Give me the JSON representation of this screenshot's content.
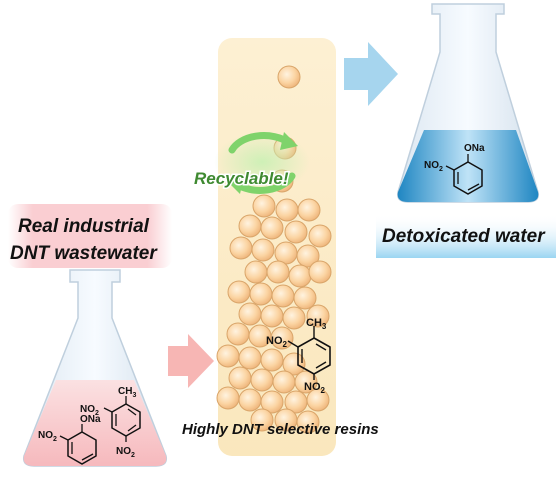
{
  "labels": {
    "source_line1": "Real industrial",
    "source_line2": "DNT wastewater",
    "treated": "Detoxicated water",
    "recyclable": "Recyclable!",
    "resins": "Highly DNT selective resins"
  },
  "chemistry": {
    "ona": "ONa",
    "no2": "NO",
    "ch3": "CH",
    "sub2": "2",
    "sub3": "3"
  },
  "colors": {
    "resin_bead": "#fbd7a8",
    "resin_bead_edge": "#d9a56a",
    "column_bg": "#fbecc6",
    "arrow_pink": "#f7b7b4",
    "arrow_blue": "#9fd2ec",
    "recycle_green": "#7ed36a",
    "water_blue": "#2f9fd6",
    "wastewater_pink": "#f8c6c9"
  },
  "icons": [
    "resin-bead-icon",
    "recycle-arrows-icon",
    "flask-icon",
    "arrow-right-icon"
  ]
}
